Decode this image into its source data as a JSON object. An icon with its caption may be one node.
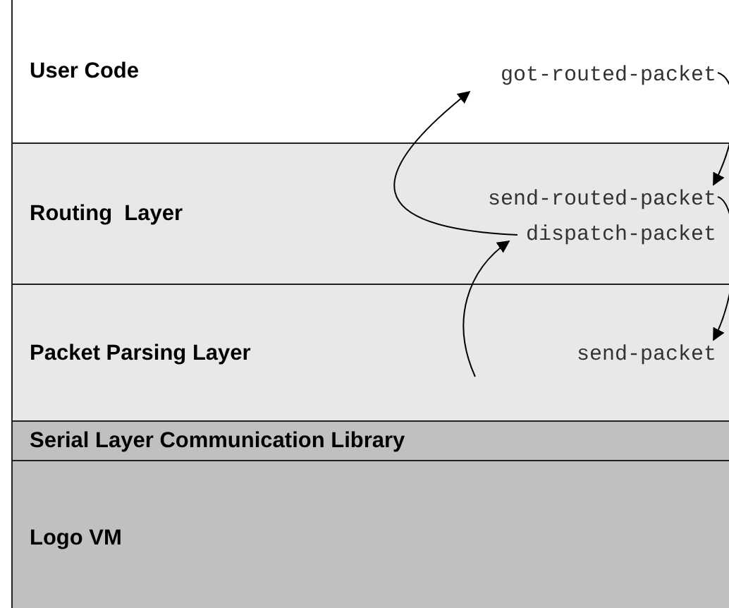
{
  "diagram": {
    "nodes": [
      {
        "text": [
          "User Code"
        ]
      },
      {
        "text": [
          "Routing  Layer"
        ]
      },
      {
        "text": [
          "Packet Parsing Layer"
        ]
      },
      {
        "text": [
          "Serial Layer Communication Library"
        ]
      },
      {
        "text": [
          "Logo VM"
        ]
      },
      {
        "text": [
          "got-routed-packet"
        ],
        "in": 0
      },
      {
        "text": [
          "send-routed-packet"
        ],
        "in": 1
      },
      {
        "text": [
          "dispatch-packet"
        ],
        "in": 1
      },
      {
        "text": [
          "send-packet"
        ],
        "in": 2
      }
    ],
    "edges": [
      {
        "from": 5,
        "to": 6,
        "arrow": "to"
      },
      {
        "from": 6,
        "to": 8,
        "arrow": "to"
      },
      {
        "from": 7,
        "to": 5,
        "arrow": "to"
      },
      {
        "from": null,
        "to": 7,
        "arrow": "to"
      }
    ]
  }
}
